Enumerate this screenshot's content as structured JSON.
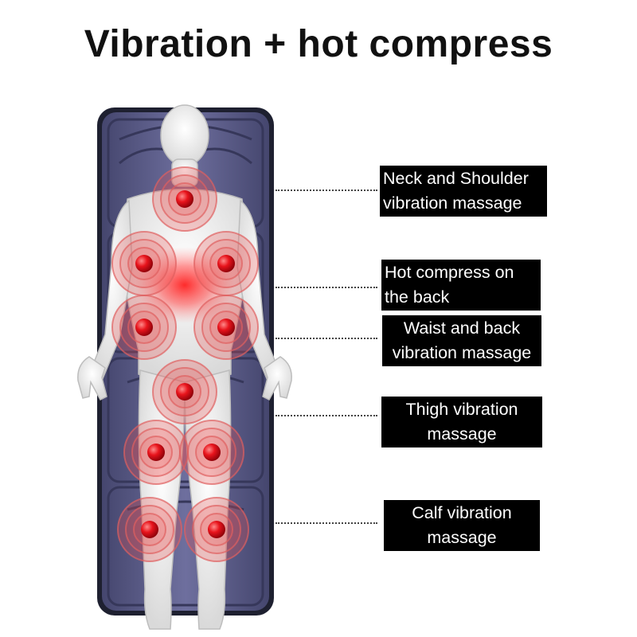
{
  "title": "Vibration + hot compress",
  "colors": {
    "mat": "#5f6090",
    "mat_border": "#202233",
    "hot_spot": "#e8141c",
    "ring": "#e06060",
    "label_bg": "#000000",
    "label_text": "#ffffff"
  },
  "labels": [
    {
      "line1": "Neck and Shoulder",
      "line2": "vibration massage"
    },
    {
      "line1": "Hot compress on",
      "line2": "the back"
    },
    {
      "line1": "Waist and back",
      "line2": "vibration massage"
    },
    {
      "line1": "Thigh vibration",
      "line2": "massage"
    },
    {
      "line1": "Calf vibration",
      "line2": "massage"
    }
  ]
}
